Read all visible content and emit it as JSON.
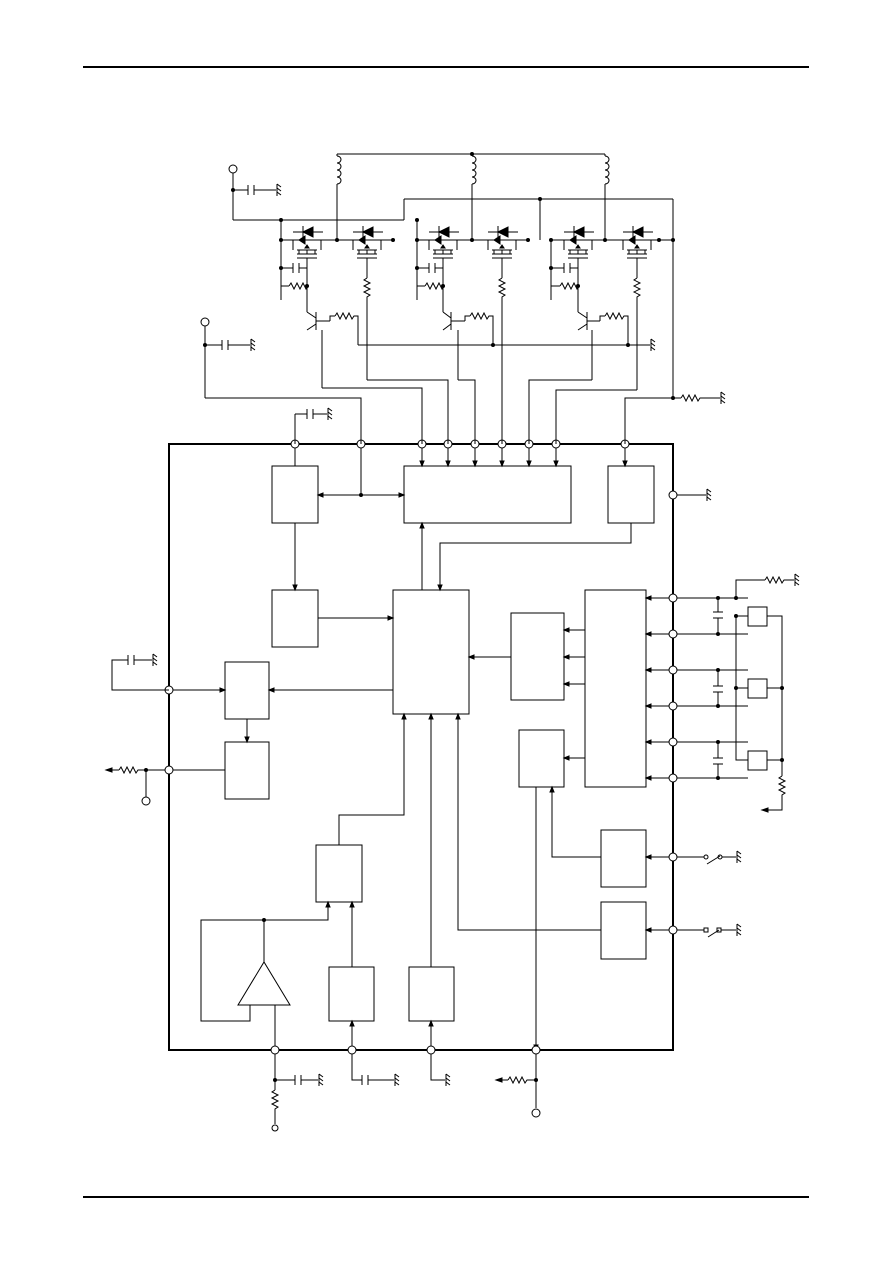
{
  "page": {
    "background": "#ffffff",
    "line_color": "#000000"
  },
  "ic": {
    "blocks": [
      "top-left-block",
      "driver-block",
      "top-right-block",
      "mid-left-block",
      "control-logic-block",
      "left-upper-block",
      "left-lower-block",
      "hall-interface-block",
      "hall-comparator-block",
      "hall-right-block",
      "switch-block-1",
      "switch-block-2",
      "mid-bottom-block",
      "bottom-block-1",
      "bottom-block-2"
    ]
  },
  "icons": [
    "ground-icon",
    "capacitor-icon",
    "resistor-icon",
    "inductor-icon",
    "diode-icon",
    "transistor-icon",
    "switch-icon",
    "hall-sensor-icon",
    "op-amp-icon",
    "arrow-icon"
  ]
}
